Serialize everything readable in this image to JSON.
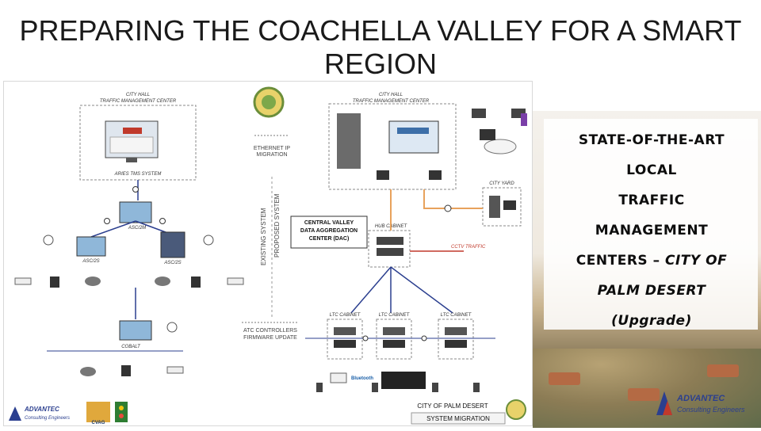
{
  "slide": {
    "title_line1": "PREPARING THE COACHELLA VALLEY FOR A SMART",
    "title_line2": "REGION"
  },
  "side_text": {
    "line1": "STATE-OF-THE-ART",
    "line2": "LOCAL",
    "line3": "TRAFFIC",
    "line4": "MANAGEMENT",
    "line5_bold": "CENTERS – ",
    "line5_italic": "CITY OF",
    "line6": "PALM DESERT",
    "line7": "(Upgrade)"
  },
  "diagram": {
    "left_tmc_header_1": "CITY HALL",
    "left_tmc_header_2": "TRAFFIC MANAGEMENT CENTER",
    "left_software_caption": "ARIES TMS SYSTEM",
    "right_tmc_header_1": "CITY HALL",
    "right_tmc_header_2": "TRAFFIC MANAGEMENT CENTER",
    "ethernet_label_1": "ETHERNET IP",
    "ethernet_label_2": "MIGRATION",
    "existing_system": "EXISTING SYSTEM",
    "proposed_system": "PROPOSED SYSTEM",
    "dac_line1": "CENTRAL VALLEY",
    "dac_line2": "DATA AGGREGATION",
    "dac_line3": "CENTER (DAC)",
    "atc_line1": "ATC CONTROLLERS",
    "atc_line2": "FIRMWARE UPDATE",
    "city_of_palm_desert": "CITY OF PALM DESERT",
    "system_migration": "SYSTEM MIGRATION",
    "asc_left_center": "ASC/2M",
    "asc_left": "ASC/2S",
    "asc_right": "ASC/2S",
    "cobalt": "COBALT",
    "cabinet_1": "LTC CABINET",
    "cabinet_2": "LTC CABINET",
    "cabinet_3": "LTC CABINET",
    "hub_cabinet": "HUB CABINET",
    "city_yard": "CITY YARD",
    "cctv_label": "CCTV TRAFFIC",
    "bluetooth_label": "Bluetooth"
  },
  "logos": {
    "advantec_name": "ADVANTEC",
    "advantec_sub": "Consulting Engineers",
    "cvag": "CVAG"
  },
  "colors": {
    "title": "#1a1a1a",
    "link_blue": "#2b3f8f",
    "link_red": "#c0392b",
    "link_orange": "#e8a25c",
    "device_gray": "#5a5a5a"
  }
}
